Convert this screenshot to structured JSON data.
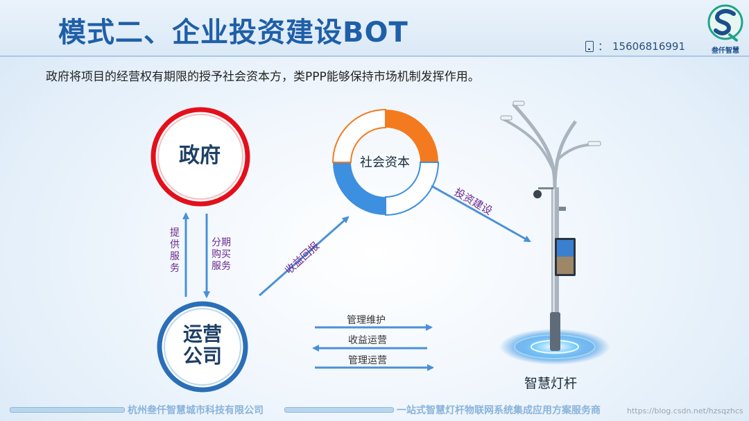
{
  "header": {
    "title": "模式二、企业投资建设BOT",
    "phone": "15606816991",
    "phone_prefix": "：",
    "logo_text": "叁仟智慧"
  },
  "subtitle": "政府将项目的经营权有期限的授予社会资本方，类PPP能够保持市场机制发挥作用。",
  "nodes": {
    "government": "政府",
    "operator_line1": "运营",
    "operator_line2": "公司",
    "social_capital": "社会资本",
    "smart_pole": "智慧灯杆"
  },
  "flows": {
    "provide_service": "提供服务",
    "installment_purchase": "分期购买服务",
    "revenue_return": "收益回报",
    "investment_construction": "投资建设",
    "management_maintenance": "管理维护",
    "revenue_operation": "收益运营",
    "management_operation": "管理运营"
  },
  "footer": {
    "company": "杭州叁仟智慧城市科技有限公司",
    "slogan": "一站式智慧灯杆物联网系统集成应用方案服务商",
    "watermark": "https://blog.csdn.net/hzsqzhcs"
  },
  "colors": {
    "title_blue": "#1f5fa8",
    "gov_red": "#e3101c",
    "operator_blue": "#2a6fb8",
    "ring_orange": "#f47a20",
    "ring_blue": "#3d8fdf",
    "arrow_blue": "#4a90d8",
    "label_purple": "#6a2a8e"
  }
}
